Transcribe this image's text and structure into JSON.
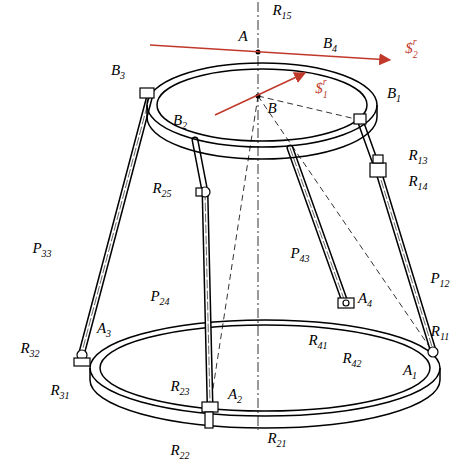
{
  "diagram": {
    "labels": [
      "R15",
      "A",
      "B4",
      "$r2",
      "B3",
      "B",
      "$r1",
      "B1",
      "B2",
      "R25",
      "R13",
      "R14",
      "P33",
      "P24",
      "P43",
      "P12",
      "A4",
      "R41",
      "R42",
      "R32",
      "R23",
      "A2",
      "A3",
      "R21",
      "R11",
      "R31",
      "A1",
      "R22"
    ]
  }
}
